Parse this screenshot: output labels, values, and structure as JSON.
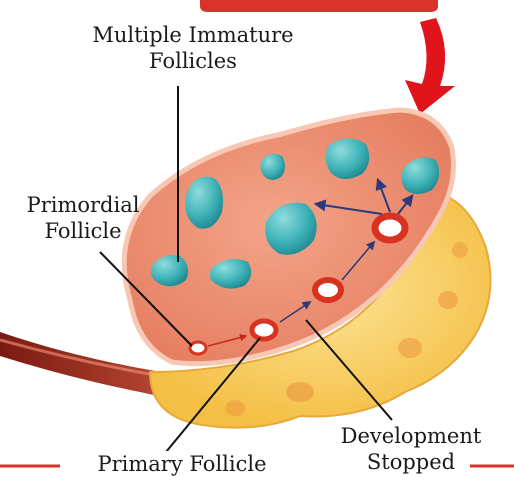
{
  "labels": {
    "multiple_immature_follicles": [
      "Multiple Immature",
      "Follicles"
    ],
    "primordial_follicle": [
      "Primordial",
      "Follicle"
    ],
    "primary_follicle": "Primary Follicle",
    "development_stopped": [
      "Development",
      "Stopped"
    ]
  },
  "colors": {
    "ovary_body": "#ee8a6e",
    "ovary_highlight": "#f6b59e",
    "yellow_tissue": "#f9d36b",
    "follicle_cyst": "#3fb3b8",
    "developing_follicle": "#d8331e",
    "arrow_red": "#e0141b",
    "pointer_lines": "#111111",
    "navy_arrows": "#2b3a7a",
    "frame_red": "#d8332a"
  }
}
